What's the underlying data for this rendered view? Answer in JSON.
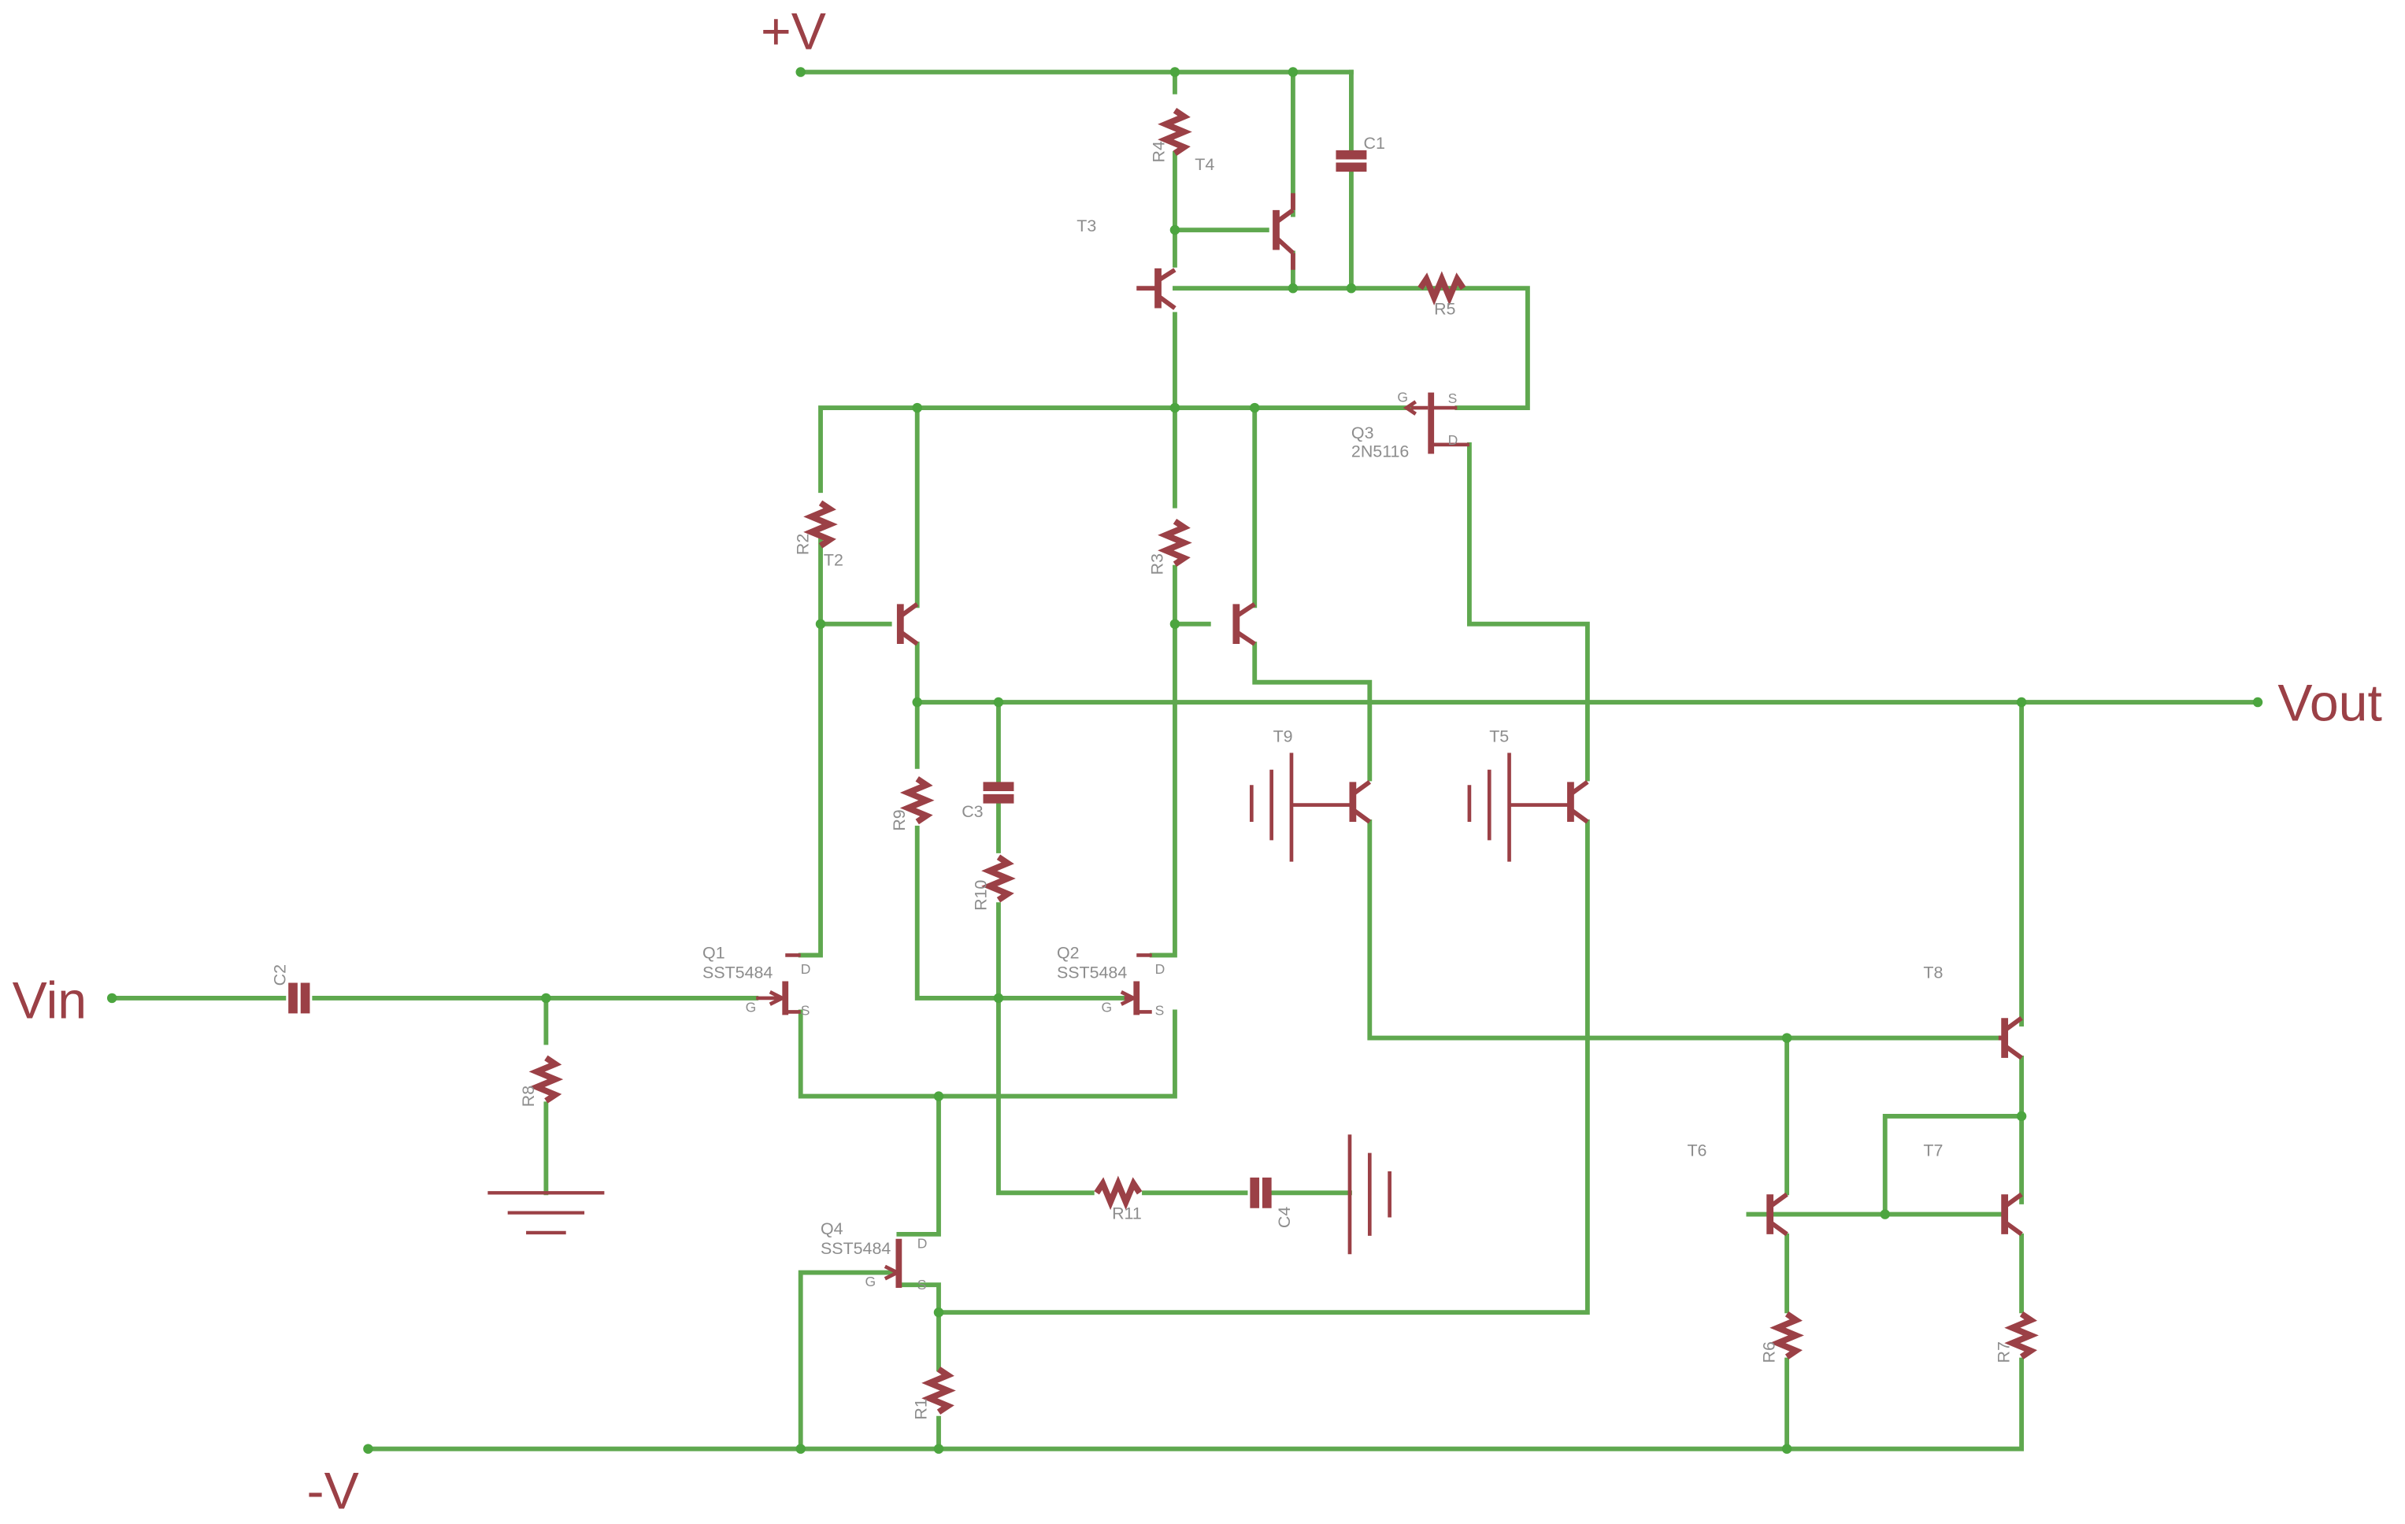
{
  "colors": {
    "wire": "#5fa84f",
    "component": "#9b4046",
    "label": "#8d8d8d",
    "junction": "#4ca53f",
    "background": "#ffffff"
  },
  "rails": {
    "pos": "+V",
    "neg": "-V",
    "input": "Vin",
    "output": "Vout"
  },
  "resistors": [
    "R1",
    "R2",
    "R3",
    "R4",
    "R5",
    "R6",
    "R7",
    "R8",
    "R9",
    "R10",
    "R11"
  ],
  "capacitors": [
    "C1",
    "C2",
    "C3",
    "C4"
  ],
  "transistors": [
    "T2",
    "T3",
    "T4",
    "T5",
    "T6",
    "T7",
    "T8",
    "T9"
  ],
  "fets": [
    {
      "name": "Q1",
      "part": "SST5484"
    },
    {
      "name": "Q2",
      "part": "SST5484"
    },
    {
      "name": "Q3",
      "part": "2N5116"
    },
    {
      "name": "Q4",
      "part": "SST5484"
    }
  ],
  "pins": {
    "g": "G",
    "s": "S",
    "d": "D"
  }
}
